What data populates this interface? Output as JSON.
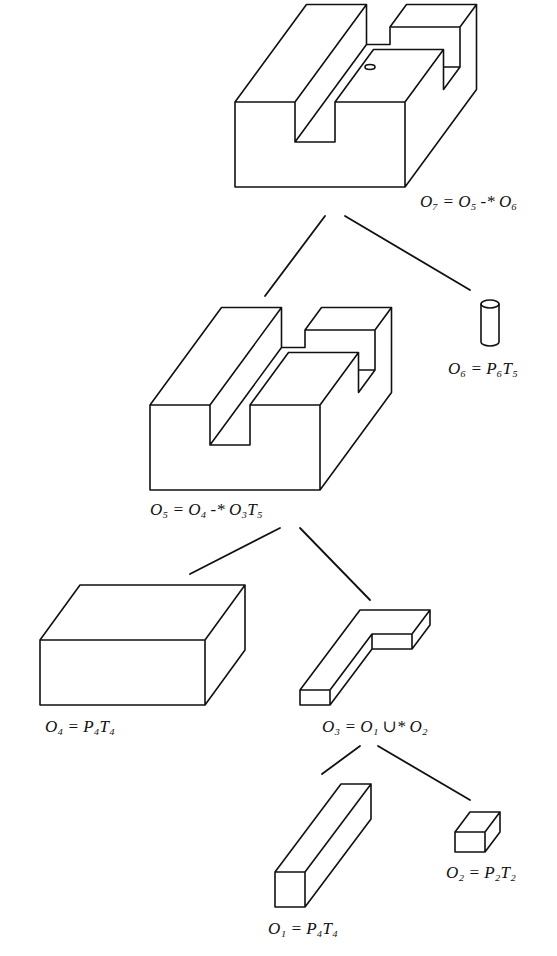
{
  "diagram": {
    "nodes": [
      {
        "text": [
          "O₇ = O₅ -* O₆"
        ]
      },
      {
        "text": [
          "O₅ = O₄ -* O₃T₅"
        ]
      },
      {
        "text": [
          "O₆ = P₆T₅"
        ]
      },
      {
        "text": [
          "O₄ = P₄T₄"
        ]
      },
      {
        "text": [
          "O₃ = O₁ ∪* O₂"
        ]
      },
      {
        "text": [
          "O₁ = P₄T₄"
        ]
      },
      {
        "text": [
          "O₂ = P₂T₂"
        ]
      }
    ],
    "edges": [
      {
        "from": 0,
        "to": 1,
        "arrow": "none"
      },
      {
        "from": 0,
        "to": 2,
        "arrow": "none"
      },
      {
        "from": 1,
        "to": 3,
        "arrow": "none"
      },
      {
        "from": 1,
        "to": 4,
        "arrow": "none"
      },
      {
        "from": 4,
        "to": 5,
        "arrow": "none"
      },
      {
        "from": 4,
        "to": 6,
        "arrow": "none"
      }
    ]
  }
}
